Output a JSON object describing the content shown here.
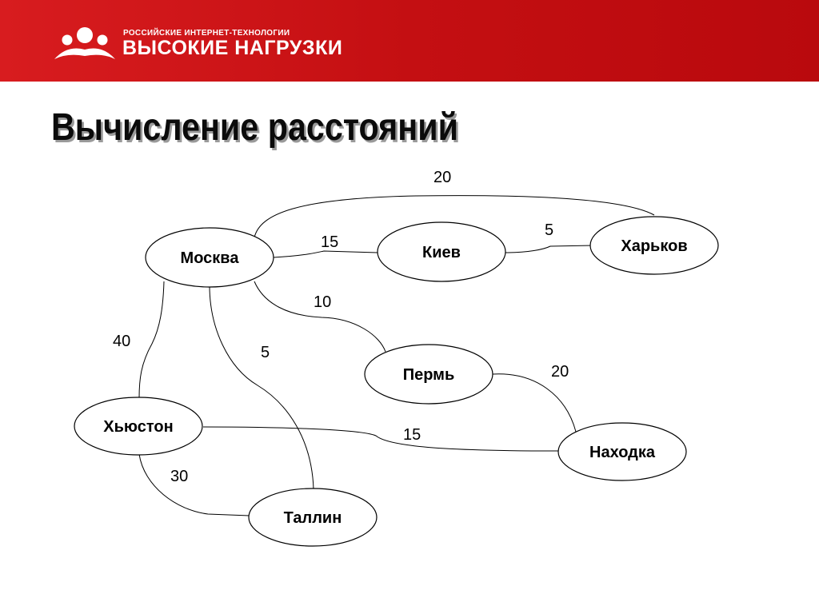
{
  "header": {
    "brand_top": "РОССИЙСКИЕ ИНТЕРНЕТ-ТЕХНОЛОГИИ",
    "brand_main": "ВЫСОКИЕ НАГРУЗКИ",
    "color": "#c8102e"
  },
  "slide": {
    "title": "Вычисление расстояний"
  },
  "graph": {
    "nodes": [
      {
        "id": "moscow",
        "label": "Москва"
      },
      {
        "id": "kiev",
        "label": "Киев"
      },
      {
        "id": "kharkov",
        "label": "Харьков"
      },
      {
        "id": "perm",
        "label": "Пермь"
      },
      {
        "id": "houston",
        "label": "Хьюстон"
      },
      {
        "id": "nakhodka",
        "label": "Находка"
      },
      {
        "id": "tallin",
        "label": "Таллин"
      }
    ],
    "edges": [
      {
        "from": "moscow",
        "to": "kharkov",
        "weight": "20"
      },
      {
        "from": "moscow",
        "to": "kiev",
        "weight": "15"
      },
      {
        "from": "kiev",
        "to": "kharkov",
        "weight": "5"
      },
      {
        "from": "moscow",
        "to": "perm",
        "weight": "10"
      },
      {
        "from": "moscow",
        "to": "houston",
        "weight": "40"
      },
      {
        "from": "moscow",
        "to": "tallin",
        "weight": "5"
      },
      {
        "from": "perm",
        "to": "nakhodka",
        "weight": "20"
      },
      {
        "from": "houston",
        "to": "nakhodka",
        "weight": "15"
      },
      {
        "from": "houston",
        "to": "tallin",
        "weight": "30"
      }
    ]
  }
}
